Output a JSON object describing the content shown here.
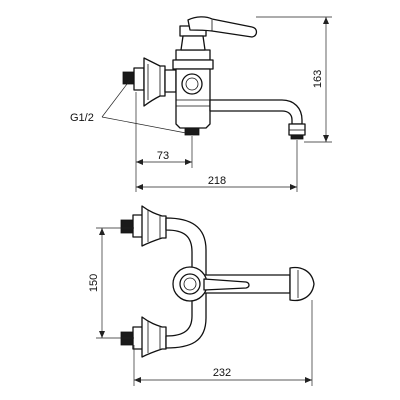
{
  "diagram": {
    "colors": {
      "line": "#111111",
      "background": "#ffffff"
    },
    "side_view": {
      "dimensions": {
        "height": "163",
        "wall_to_body": "73",
        "total_length": "218"
      },
      "callout": "G1/2"
    },
    "top_view": {
      "dimensions": {
        "inlet_spacing": "150",
        "total_length": "232"
      }
    }
  }
}
